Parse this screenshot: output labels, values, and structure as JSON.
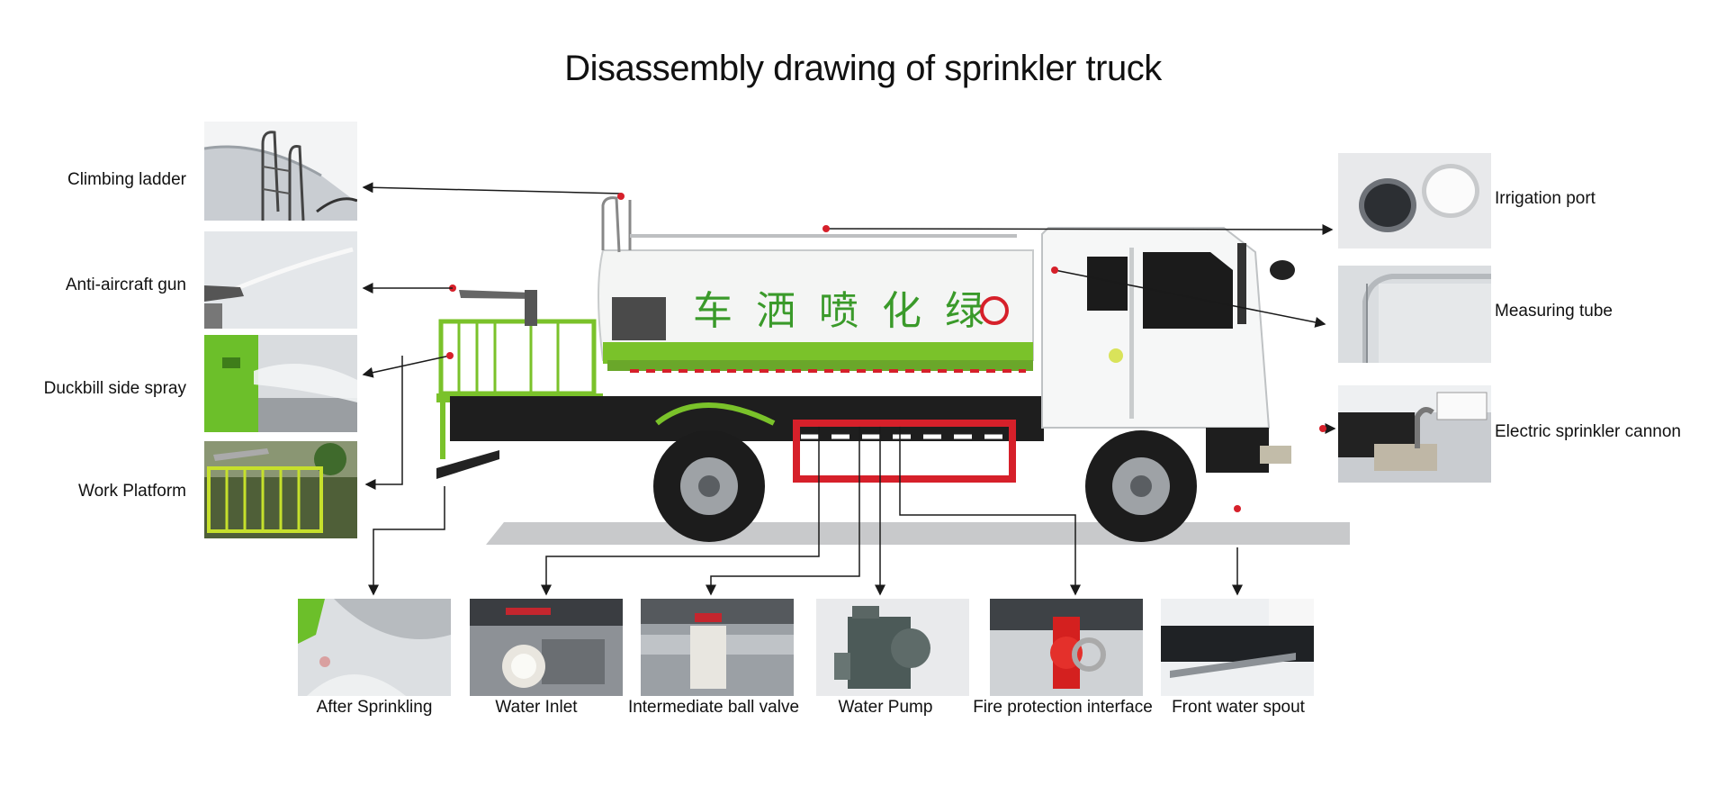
{
  "title": "Disassembly drawing of sprinkler truck",
  "truck_lettering": "车洒喷化绿",
  "left_components": [
    "Climbing ladder",
    "Anti-aircraft gun",
    "Duckbill side spray",
    "Work Platform"
  ],
  "right_components": [
    "Irrigation port",
    "Measuring tube",
    "Electric sprinkler cannon"
  ],
  "bottom_components": [
    "After Sprinkling",
    "Water Inlet",
    "Intermediate ball valve",
    "Water Pump",
    "Fire protection interface",
    "Front water spout"
  ],
  "colors": {
    "truck_green": "#7ac22a",
    "marker_red": "#d6202a",
    "tank_white": "#f4f5f4",
    "line": "#1a1a1a"
  }
}
